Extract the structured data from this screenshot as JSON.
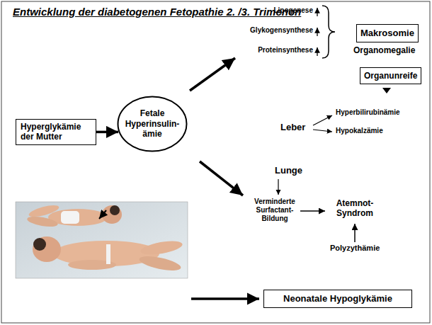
{
  "diagram": {
    "title": "Entwicklung der diabetogenen Fetopathie 2. /3. Trimenon",
    "nodes": [
      {
        "text": [
          "Hyperglykämie der Mutter"
        ]
      },
      {
        "text": [
          "Fetale Hyperinsulin-ämie"
        ]
      },
      {
        "text": [
          "Makrosomie"
        ]
      },
      {
        "text": [
          "Organunreife"
        ]
      },
      {
        "text": [
          "Neonatale Hypoglykämie"
        ]
      }
    ],
    "edges": [
      {
        "from": 0,
        "to": 1,
        "arrow": "to"
      }
    ],
    "labels": [
      "Lipogenese",
      "Glykogensynthese",
      "Proteinsynthese",
      "Organomegalie",
      "Leber",
      "Hyperbilirubinämie",
      "Hypokalzämie",
      "Lunge",
      "Verminderte Surfactant-Bildung",
      "Atemnot-Syndrom",
      "Polyzythämie"
    ]
  }
}
